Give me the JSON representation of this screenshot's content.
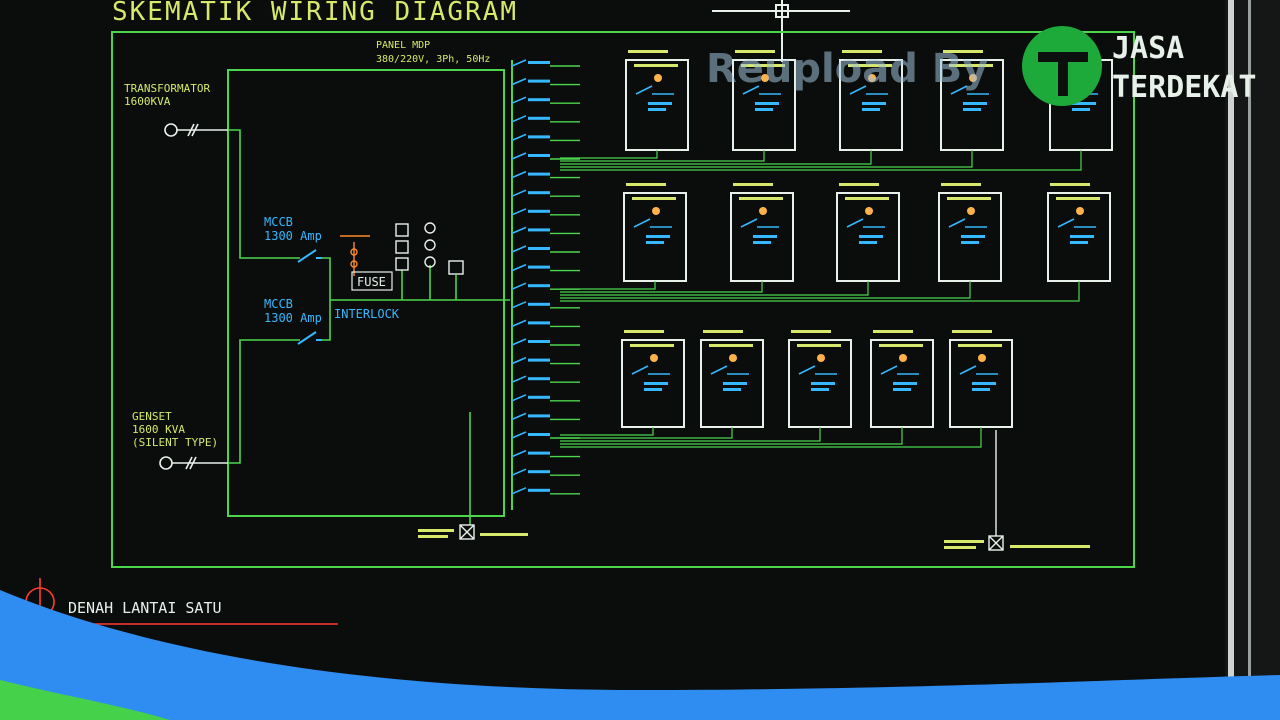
{
  "diagram": {
    "title": "SKEMATIK WIRING DIAGRAM",
    "panel": {
      "name": "PANEL MDP",
      "spec": "380/220V, 3Ph, 50Hz"
    },
    "sources": [
      {
        "name": "TRANSFORMATOR",
        "rating": "1600KVA"
      },
      {
        "name": "GENSET",
        "rating": "1600 KVA",
        "note": "(SILENT TYPE)"
      }
    ],
    "breakers": [
      {
        "type": "MCCB",
        "rating": "1300 Amp"
      },
      {
        "type": "MCCB",
        "rating": "1300 Amp"
      }
    ],
    "interlock_label": "INTERLOCK",
    "fuse_label": "FUSE",
    "sub_panels": {
      "rows": [
        5,
        5,
        5
      ]
    }
  },
  "footer": {
    "label": "DENAH LANTAI SATU"
  },
  "watermark": {
    "text": "Reupload By"
  },
  "brand": {
    "line1": "JASA",
    "line2": "TERDEKAT"
  },
  "colors": {
    "wire": "#4cd64c",
    "label": "#d7e86a",
    "breaker": "#35b8ff",
    "panel": "#e8f0ea",
    "accent": "#2f8cf0",
    "brand_green": "#1eaa3a"
  }
}
